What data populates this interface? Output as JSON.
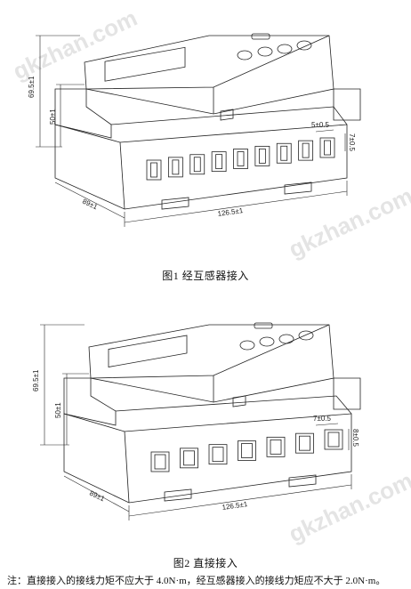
{
  "figures": [
    {
      "caption": "图1  经互感器接入",
      "dims": {
        "height_total": "69.5±1",
        "height_body": "50±1",
        "depth": "89±1",
        "width": "126.5±1",
        "terminal_w": "5±0.5",
        "terminal_h": "7±0.5"
      },
      "terminal_count": 9
    },
    {
      "caption": "图2  直接接入",
      "dims": {
        "height_total": "69.5±1",
        "height_body": "50±1",
        "depth": "89±1",
        "width": "126.5±1",
        "terminal_w": "7±0.5",
        "terminal_h": "8±0.5"
      },
      "terminal_count": 7
    }
  ],
  "note": "注：直接接入的接线力矩不应大于 4.0N·m，经互感器接入的接线力矩应不大于 2.0N·m。",
  "watermark": "gkzhan.com"
}
